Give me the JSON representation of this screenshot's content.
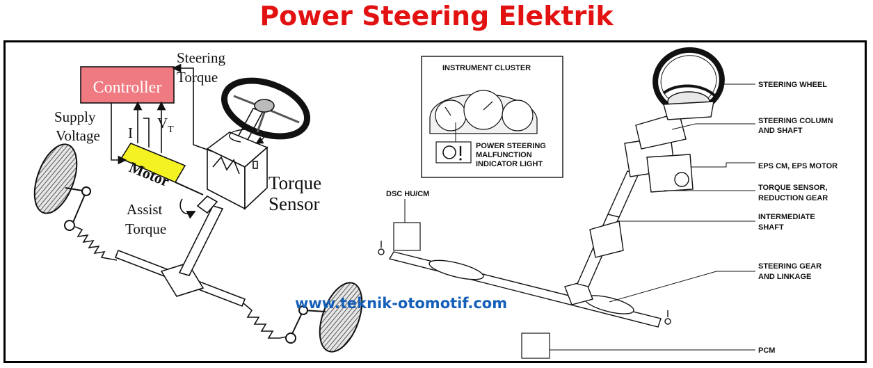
{
  "title": "Power Steering Elektrik",
  "website": "www.teknik-otomotif.com",
  "left_diagram": {
    "controller_label": "Controller",
    "motor_label": "Motor",
    "steering_torque_line1": "Steering",
    "steering_torque_line2": "Torque",
    "supply_voltage_line1": "Supply",
    "supply_voltage_line2": "Voltage",
    "current_symbol": "I",
    "vt_symbol": "V",
    "vt_subscript": "T",
    "assist_torque_line1": "Assist",
    "assist_torque_line2": "Torque",
    "torque_sensor_line1": "Torque",
    "torque_sensor_line2": "Sensor"
  },
  "right_diagram": {
    "instrument_cluster_title": "INSTRUMENT CLUSTER",
    "indicator_line1": "POWER STEERING",
    "indicator_line2": "MALFUNCTION",
    "indicator_line3": "INDICATOR LIGHT",
    "dsc_label": "DSC HU/CM",
    "labels": {
      "steering_wheel": "STEERING WHEEL",
      "steering_column_1": "STEERING COLUMN",
      "steering_column_2": "AND SHAFT",
      "eps": "EPS CM, EPS MOTOR",
      "torque_sensor_1": "TORQUE SENSOR,",
      "torque_sensor_2": "REDUCTION GEAR",
      "intermediate_1": "INTERMEDIATE",
      "intermediate_2": "SHAFT",
      "steering_gear_1": "STEERING GEAR",
      "steering_gear_2": "AND LINKAGE",
      "pcm": "PCM"
    }
  },
  "colors": {
    "title": "#e31212",
    "controller_fill": "#f07a82",
    "motor_fill": "#f5f224",
    "website": "#1560b8"
  }
}
